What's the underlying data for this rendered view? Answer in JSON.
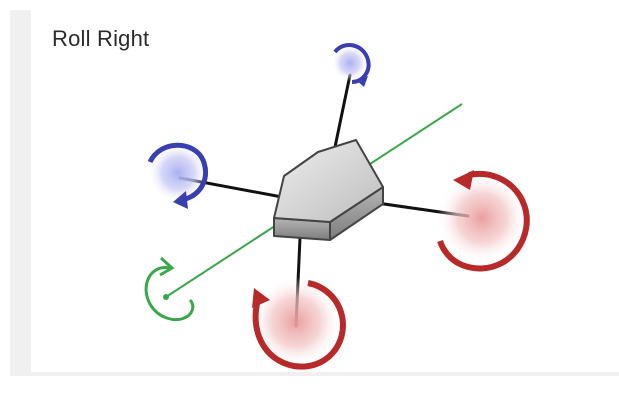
{
  "title": "Roll Right",
  "colors": {
    "roll_axis": "#3aa84a",
    "fast_rotor": "#b82a2a",
    "slow_rotor": "#3a3fb0",
    "arm": "#111111",
    "body_top": "#d6d6d6",
    "body_side": "#9a9a9a"
  },
  "rotors": [
    {
      "id": "front",
      "speed": "slow",
      "color": "blue"
    },
    {
      "id": "left",
      "speed": "slow",
      "color": "blue"
    },
    {
      "id": "right",
      "speed": "fast",
      "color": "red"
    },
    {
      "id": "rear",
      "speed": "fast",
      "color": "red"
    }
  ]
}
